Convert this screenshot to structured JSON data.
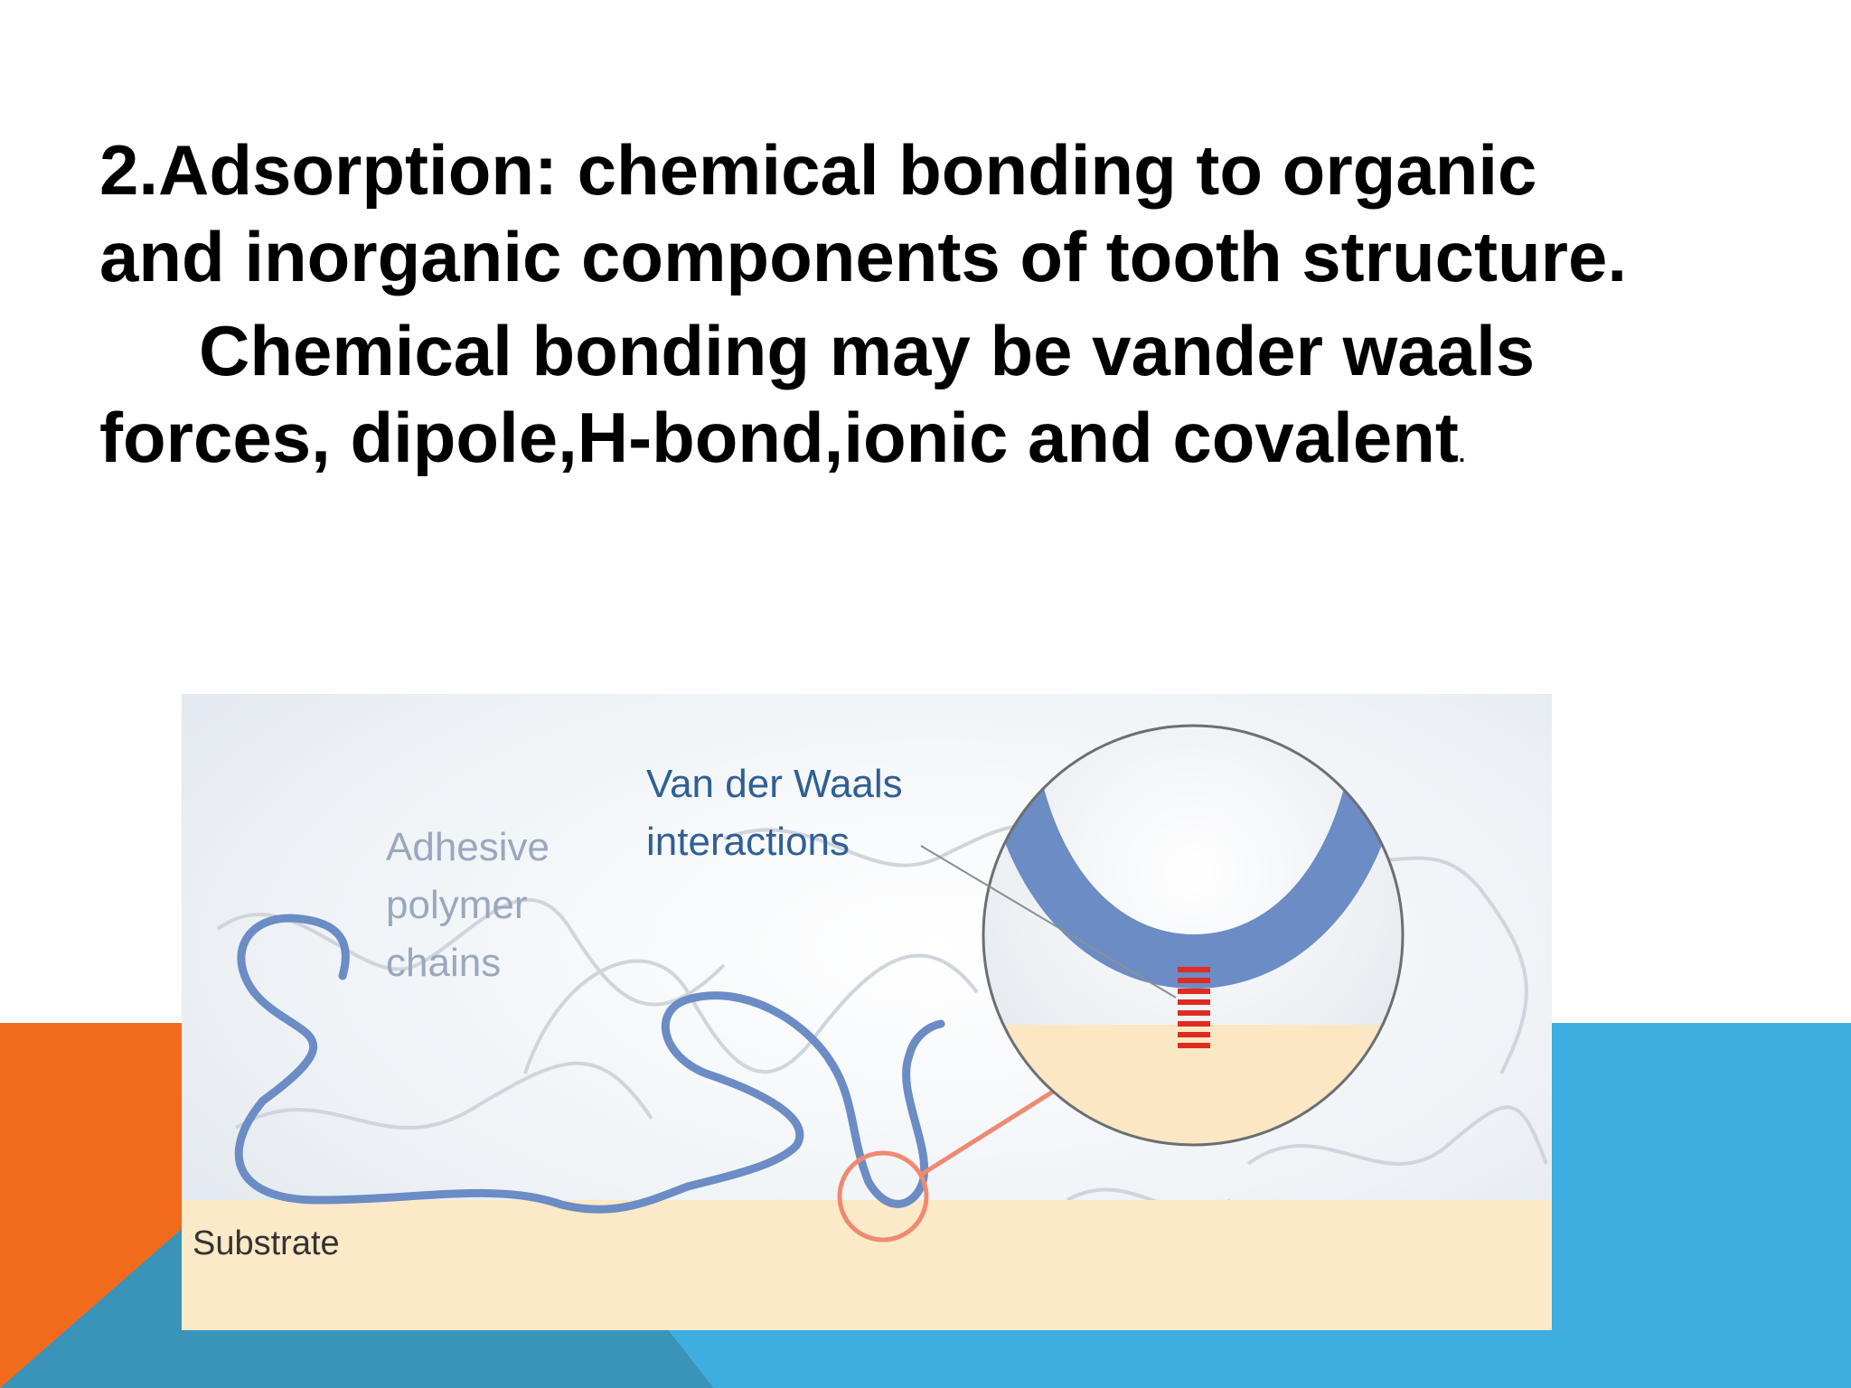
{
  "slide": {
    "heading_line1": "2.Adsorption: chemical bonding to organic",
    "heading_line2": "and inorganic components of tooth structure.",
    "body_line1": "Chemical bonding may be vander waals",
    "body_line2": "forces,  dipole,H-bond,ionic and covalent",
    "body_end_dot": "."
  },
  "diagram": {
    "label_vdw_line1": "Van der Waals",
    "label_vdw_line2": "interactions",
    "label_adhesive_line1": "Adhesive",
    "label_adhesive_line2": "polymer",
    "label_adhesive_line3": "chains",
    "label_substrate": "Substrate"
  },
  "colors": {
    "accent_orange": "#f26b1d",
    "accent_blue": "#3daedf",
    "accent_darkblue": "#3a93b8",
    "chain_blue": "#6b8cc4",
    "vdw_red": "#e02b22",
    "substrate": "#fbe7c3",
    "label_blue": "#2f5f94"
  }
}
